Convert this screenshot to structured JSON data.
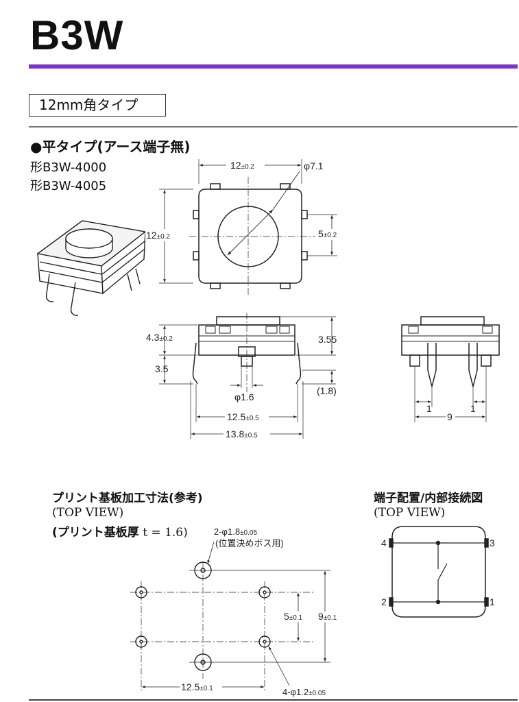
{
  "header": {
    "title": "B3W"
  },
  "type_label": "12mm角タイプ",
  "section": {
    "heading": "●平タイプ(アース端子無)",
    "models": [
      "形B3W-4000",
      "形B3W-4005"
    ]
  },
  "dims_top": {
    "width": "12",
    "width_tol": "±0.2",
    "height": "12",
    "height_tol": "±0.2",
    "diameter": "φ7.1",
    "pitch": "5",
    "pitch_tol": "±0.2"
  },
  "dims_side": {
    "height": "4.3",
    "height_tol": "±0.2",
    "lead": "3.5",
    "h355": "3.55",
    "pin_dia": "φ1.6",
    "lead_paren": "(1.8)",
    "span": "12.5",
    "span_tol": "±0.5",
    "total": "13.8",
    "total_tol": "±0.5"
  },
  "dims_end": {
    "offset_l": "1",
    "offset_r": "1",
    "span": "9"
  },
  "pcb": {
    "title": "プリント基板加工寸法(参考)",
    "view": "(TOP VIEW)",
    "thickness_label": "(プリント基板厚",
    "thickness_value": "t = 1.6)",
    "boss_label": "2-φ1.8",
    "boss_tol": "±0.05",
    "boss_note": "(位置決めボス用)",
    "pitch": "5",
    "pitch_tol": "±0.1",
    "height": "9",
    "height_tol": "±0.1",
    "span": "12.5",
    "span_tol": "±0.1",
    "hole_label": "4-φ1.2",
    "hole_tol": "±0.05"
  },
  "terminal": {
    "title": "端子配置/内部接続図",
    "view": "(TOP VIEW)",
    "pins": [
      "1",
      "2",
      "3",
      "4"
    ]
  }
}
